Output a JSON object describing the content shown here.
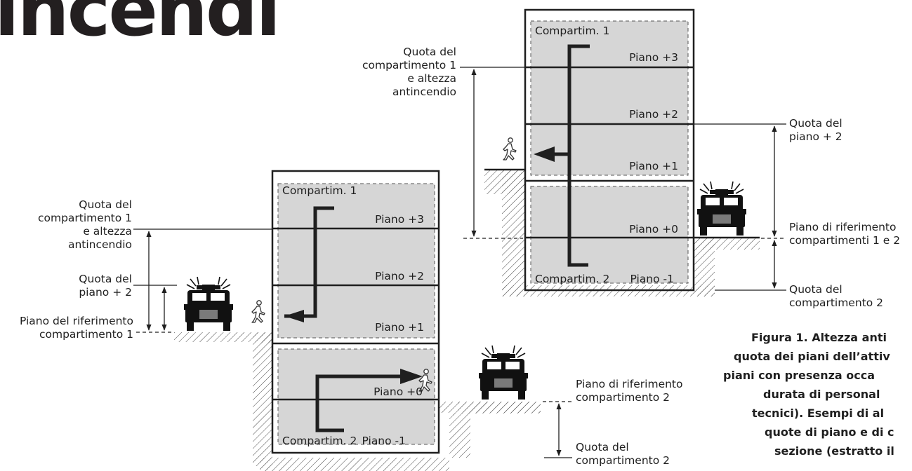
{
  "title": "incendi",
  "left": {
    "compart1": "Compartim. 1",
    "compart2": "Compartim. 2",
    "floors": [
      "Piano +3",
      "Piano +2",
      "Piano +1",
      "Piano +0",
      "Piano -1"
    ],
    "quota_compart1": [
      "Quota del",
      "compartimento 1",
      "e altezza",
      "antincendio"
    ],
    "quota_piano2": [
      "Quota del",
      "piano + 2"
    ],
    "piano_rif_compart1": [
      "Piano del riferimento",
      "compartimento 1"
    ],
    "piano_rif_compart2": [
      "Piano di riferimento",
      "compartimento 2"
    ],
    "quota_compart2": [
      "Quota del",
      "compartimento 2"
    ]
  },
  "right": {
    "compart1": "Compartim. 1",
    "compart2": "Compartim. 2",
    "floors": [
      "Piano +3",
      "Piano +2",
      "Piano +1",
      "Piano +0",
      "Piano -1"
    ],
    "quota_compart1": [
      "Quota del",
      "compartimento 1",
      "e altezza",
      "antincendio"
    ],
    "quota_piano2": [
      "Quota del",
      "piano + 2"
    ],
    "piano_rif": [
      "Piano di riferimento",
      "compartimenti 1 e 2"
    ],
    "quota_compart2": [
      "Quota del",
      "compartimento 2"
    ]
  },
  "caption": [
    "Figura 1. Altezza anti",
    "quota dei piani dell’attiv",
    "piani con presenza occa",
    "durata di personal",
    "tecnici). Esempi di al",
    "quote di piano e di c",
    "sezione (estratto il"
  ]
}
